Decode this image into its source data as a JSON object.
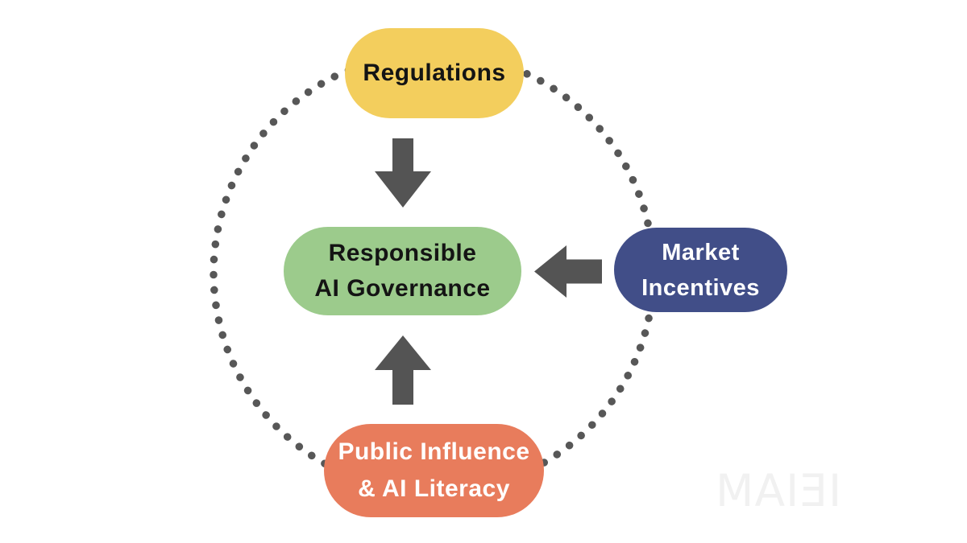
{
  "diagram": {
    "nodes": {
      "regulations": {
        "label": "Regulations",
        "fill": "#F3CE5D",
        "text_color": "#141414"
      },
      "center": {
        "line1": "Responsible",
        "line2": "AI Governance",
        "fill": "#9CCB8C",
        "text_color": "#141414"
      },
      "market_incentives": {
        "line1": "Market",
        "line2": "Incentives",
        "fill": "#414E88",
        "text_color": "#FFFFFF"
      },
      "public_influence": {
        "line1": "Public Influence",
        "line2": "& AI Literacy",
        "fill": "#E87C5C",
        "text_color": "#FFFFFF"
      }
    },
    "edges": [
      {
        "from": "Regulations",
        "to": "Responsible AI Governance",
        "direction": "down"
      },
      {
        "from": "Market Incentives",
        "to": "Responsible AI Governance",
        "direction": "left"
      },
      {
        "from": "Public Influence & AI Literacy",
        "to": "Responsible AI Governance",
        "direction": "up"
      }
    ],
    "arrow_color": "#545454",
    "dotted_circle_color": "#575757"
  },
  "watermark": {
    "text": "MAIƎI",
    "color": "#F1F1F1"
  }
}
